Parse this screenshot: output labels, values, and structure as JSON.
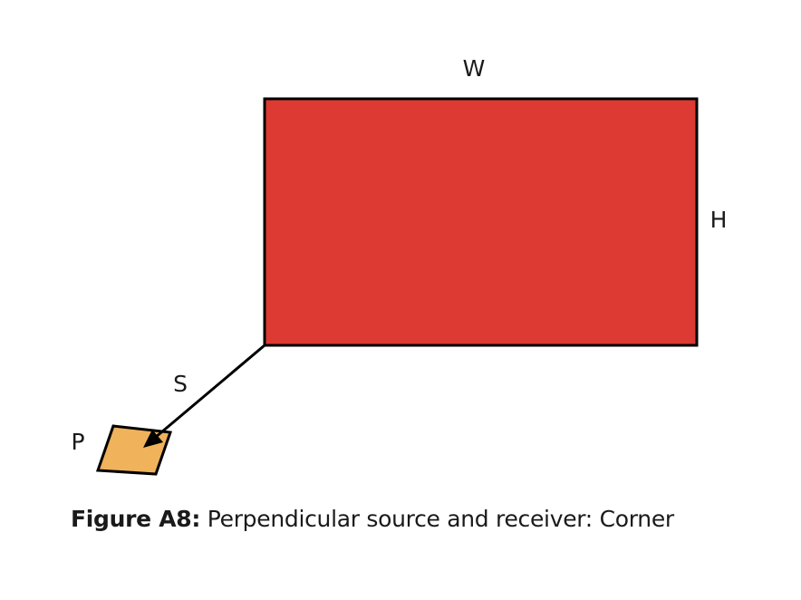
{
  "diagram": {
    "labels": {
      "width": "W",
      "height": "H",
      "distance": "S",
      "receiver": "P"
    },
    "colors": {
      "source_fill": "#dc3a32",
      "receiver_fill": "#f0b25a",
      "stroke": "#000000"
    }
  },
  "caption": {
    "label": "Figure A8:",
    "text": "Perpendicular source and receiver: Corner"
  }
}
